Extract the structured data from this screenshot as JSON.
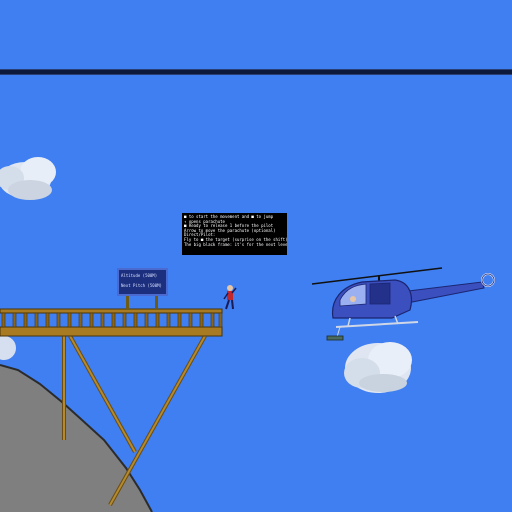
{
  "sky_color": "#3f7ff2",
  "instructions": {
    "lines": [
      "■ to start the movement and ■ to jump",
      "↑ opens parachute",
      "■ Ready to release 1 before the pilot",
      "Arrow to move the parachute (optional)",
      "Direct/Pilot:",
      "Fly to ■ the target (surprise on the shift)",
      "",
      "The big black frame: it's for the next level out."
    ]
  },
  "signboard": {
    "line1": "Altitude (500M)",
    "line2": "Next Pitch (500M)"
  },
  "colors": {
    "bridge": "#a87b22",
    "bridge_dark": "#6b4c12",
    "cliff": "#7f7f7f",
    "helicopter": "#3b4fbf",
    "helicopter_dark": "#23318a",
    "cloud": "#eef2f8",
    "top_line": "#0d1a3a"
  },
  "icons": {
    "helicopter": "helicopter-icon",
    "jumper": "base-jumper-icon",
    "cloud": "cloud-icon"
  }
}
